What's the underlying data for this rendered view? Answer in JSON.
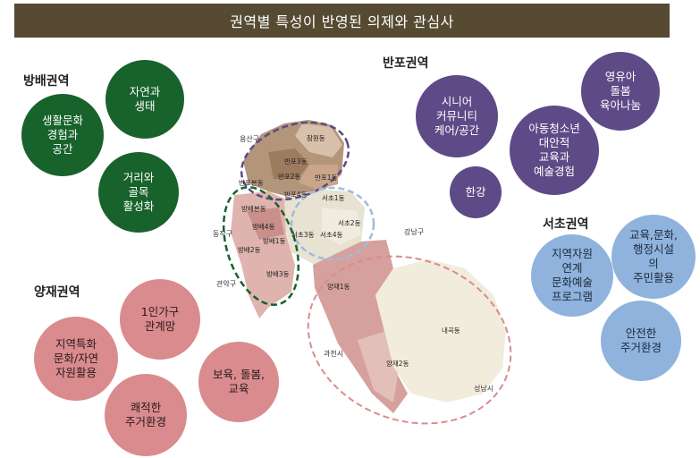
{
  "title": "권역별 특성이 반영된 의제와 관심사",
  "regions": {
    "bangbae": "방배권역",
    "banpo": "반포권역",
    "seocho": "서초권역",
    "yangjae": "양재권역"
  },
  "bubbles": {
    "bb_nature": "자연과\n생태",
    "bb_culture": "생활문화\n경험과\n공간",
    "bb_street": "거리와\n골목\n활성화",
    "bp_senior": "시니어\n커뮤니티\n케어/공간",
    "bp_youth": "아동청소년\n대안적\n교육과\n예술경험",
    "bp_infant": "영유아\n돌봄\n육아나눔",
    "bp_river": "한강",
    "sc_public": "교육,문화,\n행정시설\n의\n주민활용",
    "sc_program": "지역자원\n연계\n문화예술\n프로그램",
    "sc_housing": "안전한\n주거환경",
    "yj_single": "1인가구\n관계망",
    "yj_local": "지역특화\n문화/자연\n자원활용",
    "yj_care": "보육, 돌봄,\n교육",
    "yj_housing": "쾌적한\n주거환경"
  },
  "map": {
    "dongs": {
      "jamwon": "잠원동",
      "banpo3": "반포3동",
      "banpo1": "반포1동",
      "banpo2": "반포2동",
      "banpobon": "반포본동",
      "banpo4": "반포4동",
      "seocho1": "서초1동",
      "seocho2": "서초2동",
      "seocho3": "서초3동",
      "seocho4": "서초4동",
      "bangbaebon": "방배본동",
      "bangbae4": "방배4동",
      "bangbae1": "방배1동",
      "bangbae2": "방배2동",
      "bangbae3": "방배3동",
      "yangjae1": "양재1동",
      "yangjae2": "양재2동",
      "naegok": "내곡동"
    },
    "neighbors": {
      "yongsan": "용산구",
      "dongjak": "동작구",
      "gwanak": "관악구",
      "gangnam": "강남구",
      "gwacheon": "과천시",
      "seongnam": "성남시"
    }
  },
  "colors": {
    "green": "#18622c",
    "purple": "#5e4a86",
    "blue": "#8fb3dd",
    "pink": "#d98b8e",
    "title_bg": "#564b32"
  }
}
